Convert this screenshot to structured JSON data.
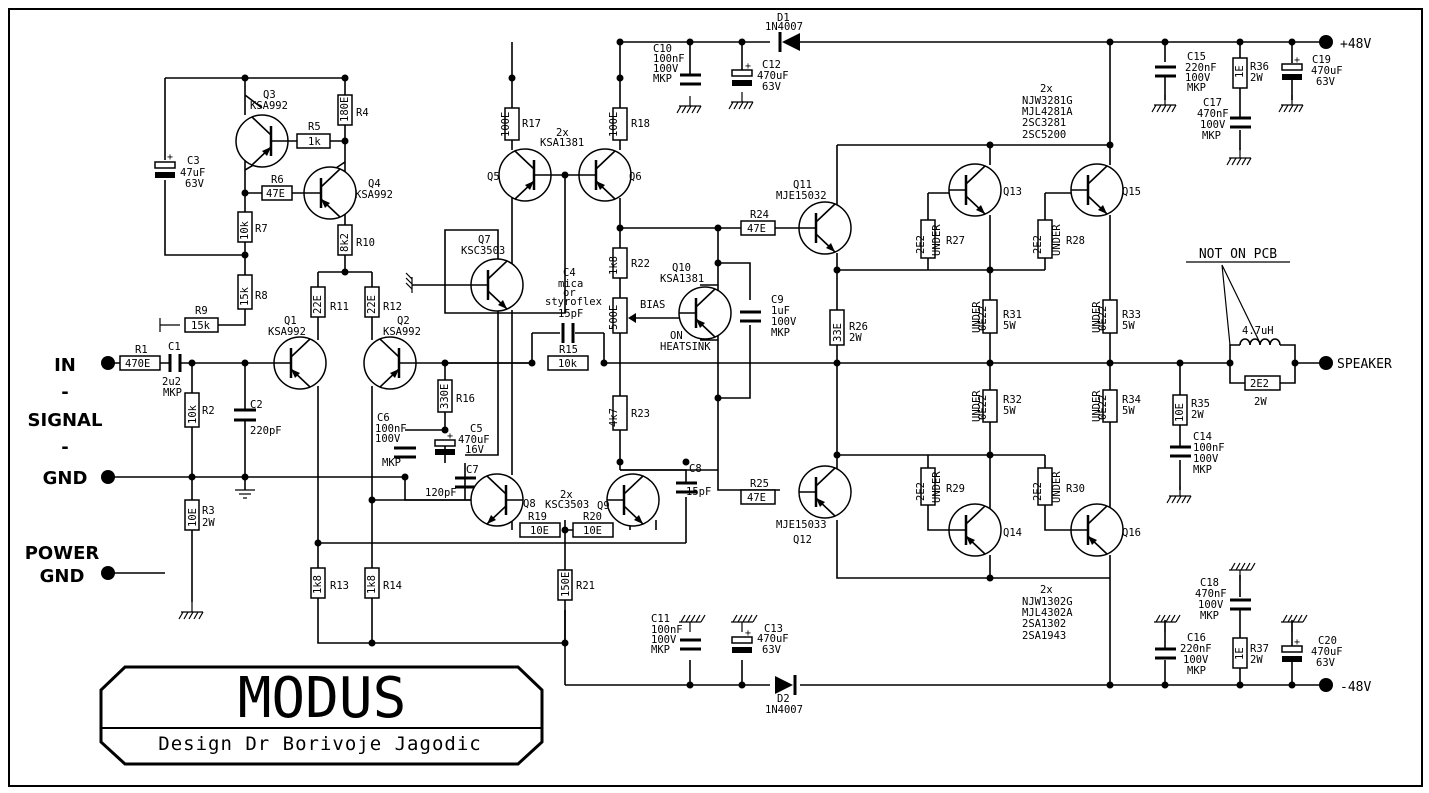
{
  "title": "MODUS",
  "subtitle": "Design Dr Borivoje Jagodic",
  "terminals": {
    "in": "IN",
    "signal": "SIGNAL",
    "gnd": "GND",
    "power": "POWER",
    "power_gnd": "GND",
    "dash1": "-",
    "dash2": "-",
    "vplus": "+48V",
    "vminus": "-48V",
    "speaker": "SPEAKER",
    "not_on_pcb": "NOT ON PCB"
  },
  "components": {
    "R1": {
      "ref": "R1",
      "value": "470E"
    },
    "C1": {
      "ref": "C1",
      "value": "2u2",
      "value2": "MKP"
    },
    "R2": {
      "ref": "R2",
      "value": "10k"
    },
    "C2": {
      "ref": "C2",
      "value": "220pF"
    },
    "R3": {
      "ref": "R3",
      "value": "10E",
      "value2": "2W"
    },
    "C3": {
      "ref": "C3",
      "value": "47uF",
      "value2": "63V"
    },
    "Q3": {
      "ref": "Q3",
      "part": "KSA992"
    },
    "R4": {
      "ref": "R4",
      "value": "180E"
    },
    "R5": {
      "ref": "R5",
      "value": "1k"
    },
    "R6": {
      "ref": "R6",
      "value": "47E"
    },
    "Q4": {
      "ref": "Q4",
      "part": "KSA992"
    },
    "R7": {
      "ref": "R7",
      "value": "10k"
    },
    "R8": {
      "ref": "R8",
      "value": "15k"
    },
    "R9": {
      "ref": "R9",
      "value": "15k"
    },
    "R10": {
      "ref": "R10",
      "value": "8k2"
    },
    "Q1": {
      "ref": "Q1",
      "part": "KSA992"
    },
    "Q2": {
      "ref": "Q2",
      "part": "KSA992"
    },
    "R11": {
      "ref": "R11",
      "value": "22E"
    },
    "R12": {
      "ref": "R12",
      "value": "22E"
    },
    "R13": {
      "ref": "R13",
      "value": "1k8"
    },
    "R14": {
      "ref": "R14",
      "value": "1k8"
    },
    "R16": {
      "ref": "R16",
      "value": "330E"
    },
    "C6": {
      "ref": "C6",
      "value": "100nF",
      "value2": "100V",
      "value3": "MKP"
    },
    "C5": {
      "ref": "C5",
      "value": "470uF",
      "value2": "16V"
    },
    "C7": {
      "ref": "C7",
      "value": "120pF"
    },
    "R17": {
      "ref": "R17",
      "value": "100E"
    },
    "R18": {
      "ref": "R18",
      "value": "100E"
    },
    "Q56": {
      "count": "2x",
      "part": "KSA1381"
    },
    "Q5": {
      "ref": "Q5"
    },
    "Q6": {
      "ref": "Q6"
    },
    "Q7": {
      "ref": "Q7",
      "part": "KSC3503"
    },
    "C4": {
      "ref": "C4",
      "value": "mica",
      "value2": "or",
      "value3": "styroflex",
      "value4": "15pF"
    },
    "R15": {
      "ref": "R15",
      "value": "10k"
    },
    "R22": {
      "ref": "R22",
      "value": "1k8"
    },
    "BIAS": {
      "ref": "BIAS",
      "value": "500E"
    },
    "R23": {
      "ref": "R23",
      "value": "4k7"
    },
    "Q10": {
      "ref": "Q10",
      "part": "KSA1381",
      "note1": "ON",
      "note2": "HEATSINK"
    },
    "C9": {
      "ref": "C9",
      "value": "1uF",
      "value2": "100V",
      "value3": "MKP"
    },
    "Q89": {
      "count": "2x",
      "part": "KSC3503"
    },
    "Q8": {
      "ref": "Q8"
    },
    "Q9": {
      "ref": "Q9"
    },
    "R19": {
      "ref": "R19",
      "value": "10E"
    },
    "R20": {
      "ref": "R20",
      "value": "10E"
    },
    "C8": {
      "ref": "C8",
      "value": "15pF"
    },
    "R21": {
      "ref": "R21",
      "value": "150E"
    },
    "C10": {
      "ref": "C10",
      "value": "100nF",
      "value2": "100V",
      "value3": "MKP"
    },
    "C12": {
      "ref": "C12",
      "value": "470uF",
      "value2": "63V"
    },
    "D1": {
      "ref": "D1",
      "part": "1N4007"
    },
    "C11": {
      "ref": "C11",
      "value": "100nF",
      "value2": "100V",
      "value3": "MKP"
    },
    "C13": {
      "ref": "C13",
      "value": "470uF",
      "value2": "63V"
    },
    "D2": {
      "ref": "D2",
      "part": "1N4007"
    },
    "R24": {
      "ref": "R24",
      "value": "47E"
    },
    "R25": {
      "ref": "R25",
      "value": "47E"
    },
    "Q11": {
      "ref": "Q11",
      "part": "MJE15032"
    },
    "Q12": {
      "ref": "Q12",
      "part": "MJE15033"
    },
    "R26": {
      "ref": "R26",
      "value": "33E",
      "value2": "2W"
    },
    "Q13": {
      "ref": "Q13"
    },
    "Q15": {
      "ref": "Q15"
    },
    "Q14": {
      "ref": "Q14"
    },
    "Q16": {
      "ref": "Q16"
    },
    "NPN": {
      "count": "2x",
      "p1": "NJW3281G",
      "p2": "MJL4281A",
      "p3": "2SC3281",
      "p4": "2SC5200"
    },
    "PNP": {
      "count": "2x",
      "p1": "NJW1302G",
      "p2": "MJL4302A",
      "p3": "2SA1302",
      "p4": "2SA1943"
    },
    "R27": {
      "ref": "R27",
      "value": "2E2",
      "value2": "UNDER"
    },
    "R28": {
      "ref": "R28",
      "value": "2E2",
      "value2": "UNDER"
    },
    "R29": {
      "ref": "R29",
      "value": "2E2",
      "value2": "UNDER"
    },
    "R30": {
      "ref": "R30",
      "value": "2E2",
      "value2": "UNDER"
    },
    "R31": {
      "ref": "R31",
      "value": "0E22",
      "value2": "UNDER",
      "value3": "5W"
    },
    "R32": {
      "ref": "R32",
      "value": "0E22",
      "value2": "UNDER",
      "value3": "5W"
    },
    "R33": {
      "ref": "R33",
      "value": "0E22",
      "value2": "UNDER",
      "value3": "5W"
    },
    "R34": {
      "ref": "R34",
      "value": "0E22",
      "value2": "UNDER",
      "value3": "5W"
    },
    "C15": {
      "ref": "C15",
      "value": "220nF",
      "value2": "100V",
      "value3": "MKP"
    },
    "R36": {
      "ref": "R36",
      "value": "1E",
      "value2": "2W"
    },
    "C17": {
      "ref": "C17",
      "value": "470nF",
      "value2": "100V",
      "value3": "MKP"
    },
    "C19": {
      "ref": "C19",
      "value": "470uF",
      "value2": "63V"
    },
    "C16": {
      "ref": "C16",
      "value": "220nF",
      "value2": "100V",
      "value3": "MKP"
    },
    "R37": {
      "ref": "R37",
      "value": "1E",
      "value2": "2W"
    },
    "C18": {
      "ref": "C18",
      "value": "470nF",
      "value2": "100V",
      "value3": "MKP"
    },
    "C20": {
      "ref": "C20",
      "value": "470uF",
      "value2": "63V"
    },
    "R35": {
      "ref": "R35",
      "value": "10E",
      "value2": "2W"
    },
    "C14": {
      "ref": "C14",
      "value": "100nF",
      "value2": "100V",
      "value3": "MKP"
    },
    "L1": {
      "value": "4.7uH"
    },
    "RL": {
      "value": "2E2",
      "value2": "2W"
    }
  }
}
